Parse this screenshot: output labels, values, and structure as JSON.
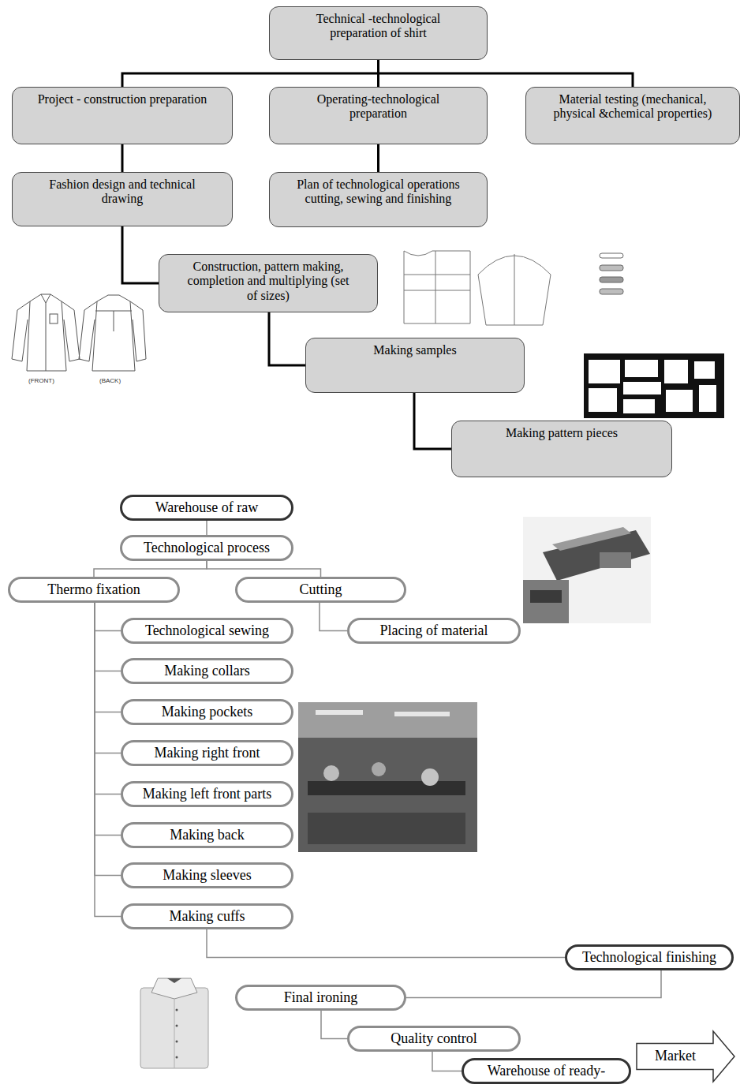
{
  "diagram": {
    "nodes": [
      {
        "text": [
          "Technical -technological preparation of shirt"
        ]
      },
      {
        "text": [
          "Project - construction preparation"
        ]
      },
      {
        "text": [
          "Operating-technological preparation"
        ]
      },
      {
        "text": [
          "Material testing (mechanical, physical &chemical properties)"
        ]
      },
      {
        "text": [
          "Fashion design and technical drawing"
        ]
      },
      {
        "text": [
          "Plan of technological operations cutting, sewing and finishing"
        ]
      },
      {
        "text": [
          "Construction, pattern making, completion and multiplying (set of sizes)"
        ]
      },
      {
        "text": [
          "Making samples"
        ]
      },
      {
        "text": [
          "Making pattern pieces"
        ]
      },
      {
        "text": [
          "Warehouse of raw"
        ]
      },
      {
        "text": [
          "Technological process"
        ]
      },
      {
        "text": [
          "Thermo fixation"
        ]
      },
      {
        "text": [
          "Cutting"
        ]
      },
      {
        "text": [
          "Technological sewing"
        ]
      },
      {
        "text": [
          "Placing of material"
        ]
      },
      {
        "text": [
          "Making collars"
        ]
      },
      {
        "text": [
          "Making pockets"
        ]
      },
      {
        "text": [
          "Making right front"
        ]
      },
      {
        "text": [
          "Making left front parts"
        ]
      },
      {
        "text": [
          "Making back"
        ]
      },
      {
        "text": [
          "Making sleeves"
        ]
      },
      {
        "text": [
          "Making cuffs"
        ]
      },
      {
        "text": [
          "Technological finishing"
        ]
      },
      {
        "text": [
          "Final ironing"
        ]
      },
      {
        "text": [
          "Quality control"
        ]
      },
      {
        "text": [
          "Warehouse of ready-"
        ]
      },
      {
        "text": [
          "Market"
        ]
      }
    ],
    "edges": [
      {
        "from": 0,
        "to": 1,
        "arrow": "none"
      },
      {
        "from": 0,
        "to": 2,
        "arrow": "none"
      },
      {
        "from": 0,
        "to": 3,
        "arrow": "none"
      },
      {
        "from": 1,
        "to": 4,
        "arrow": "none"
      },
      {
        "from": 2,
        "to": 5,
        "arrow": "none"
      },
      {
        "from": 4,
        "to": 6,
        "arrow": "none"
      },
      {
        "from": 6,
        "to": 7,
        "arrow": "none"
      },
      {
        "from": 7,
        "to": 8,
        "arrow": "none"
      },
      {
        "from": 9,
        "to": 10,
        "arrow": "none"
      },
      {
        "from": 10,
        "to": 11,
        "arrow": "none"
      },
      {
        "from": 10,
        "to": 12,
        "arrow": "none"
      },
      {
        "from": 11,
        "to": 13,
        "arrow": "none"
      },
      {
        "from": 11,
        "to": 15,
        "arrow": "none"
      },
      {
        "from": 11,
        "to": 16,
        "arrow": "none"
      },
      {
        "from": 11,
        "to": 17,
        "arrow": "none"
      },
      {
        "from": 11,
        "to": 18,
        "arrow": "none"
      },
      {
        "from": 11,
        "to": 19,
        "arrow": "none"
      },
      {
        "from": 11,
        "to": 20,
        "arrow": "none"
      },
      {
        "from": 11,
        "to": 21,
        "arrow": "none"
      },
      {
        "from": 12,
        "to": 14,
        "arrow": "none"
      },
      {
        "from": 21,
        "to": 22,
        "arrow": "none"
      },
      {
        "from": 22,
        "to": 23,
        "arrow": "none"
      },
      {
        "from": 23,
        "to": 24,
        "arrow": "none"
      },
      {
        "from": 24,
        "to": 25,
        "arrow": "none"
      }
    ],
    "labels": [
      "(FRONT)",
      "(BACK)"
    ]
  }
}
